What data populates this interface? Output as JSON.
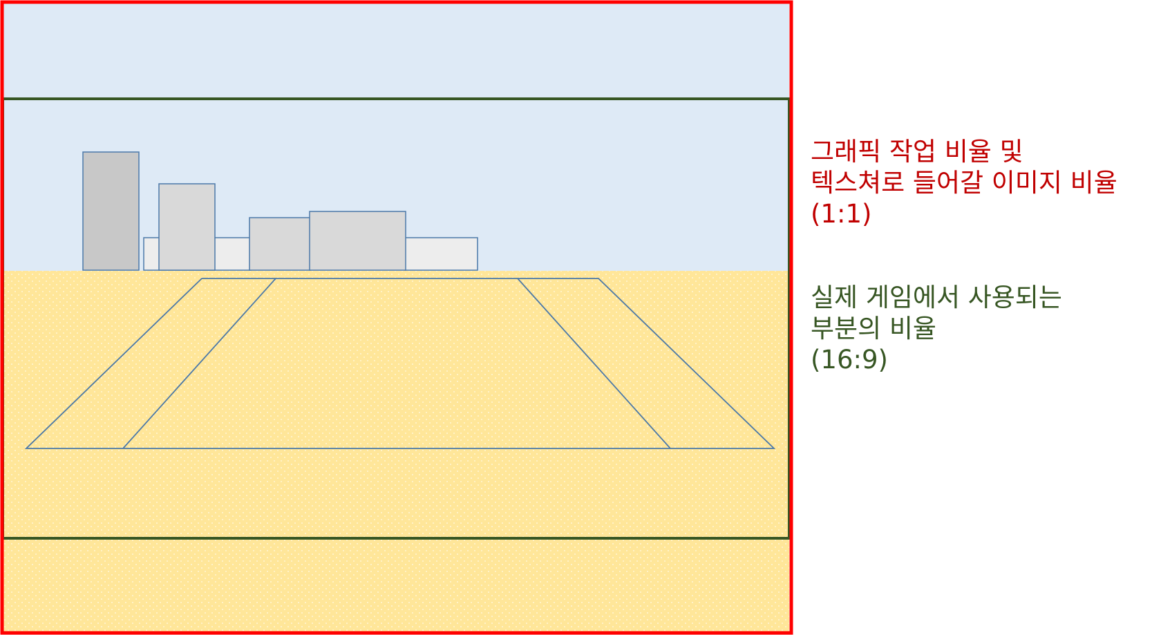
{
  "annotations": {
    "square_ratio": {
      "line1": "그래픽 작업 비율 및",
      "line2": "텍스쳐로 들어갈 이미지 비율",
      "line3": "(1:1)",
      "color": "#c00000"
    },
    "game_ratio": {
      "line1": "실제 게임에서 사용되는",
      "line2": "부분의 비율",
      "line3": "(16:9)",
      "color": "#375623"
    }
  },
  "colors": {
    "sky": "#deeaf6",
    "ground": "#ffe699",
    "outer_frame": "#ff0000",
    "inner_frame": "#375623",
    "outline": "#4a78a8",
    "building_dark": "#c8c8c8",
    "building_mid": "#d9d9d9",
    "building_light": "#ededed"
  }
}
